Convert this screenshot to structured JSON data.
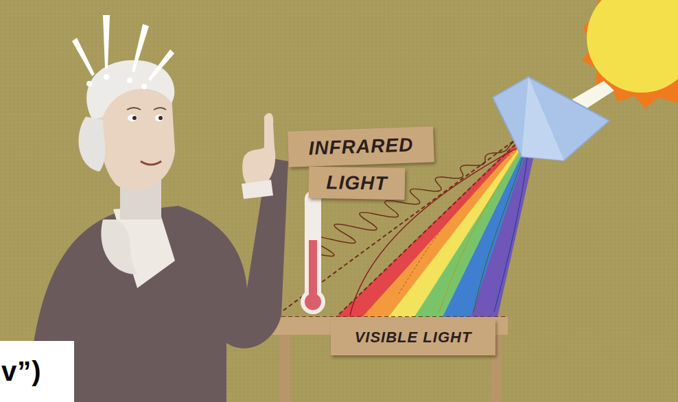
{
  "diagram": {
    "nodes": [
      {
        "text": [
          "INFRARED"
        ]
      },
      {
        "text": [
          "LIGHT"
        ]
      },
      {
        "text": [
          "VISIBLE LIGHT"
        ]
      },
      {
        "text": [
          "v”)"
        ]
      }
    ]
  }
}
